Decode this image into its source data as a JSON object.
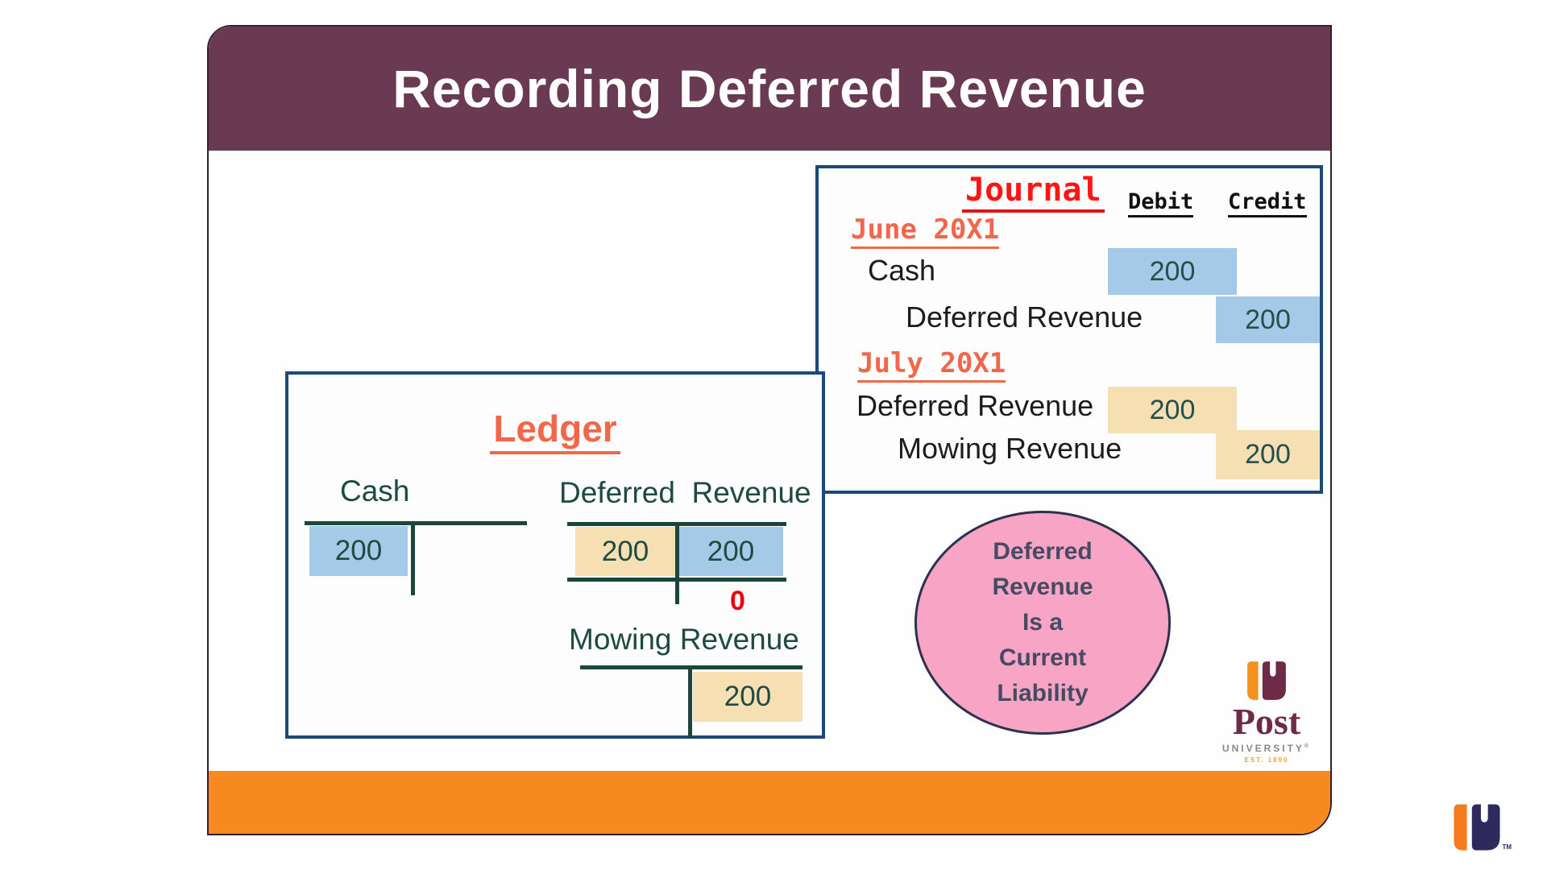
{
  "slide": {
    "title": "Recording Deferred Revenue"
  },
  "journal": {
    "title": "Journal",
    "debit_header": "Debit",
    "credit_header": "Credit",
    "june": {
      "date": "June 20X1",
      "debit_account": "Cash",
      "debit_amount": "200",
      "credit_account": "Deferred Revenue",
      "credit_amount": "200"
    },
    "july": {
      "date": "July 20X1",
      "debit_account": "Deferred Revenue",
      "debit_amount": "200",
      "credit_account": "Mowing Revenue",
      "credit_amount": "200"
    }
  },
  "ledger": {
    "title": "Ledger",
    "cash": {
      "name": "Cash",
      "debit": "200"
    },
    "deferred_revenue": {
      "name": "Deferred  Revenue",
      "debit": "200",
      "credit": "200",
      "balance": "0"
    },
    "mowing_revenue": {
      "name": "Mowing Revenue",
      "credit": "200"
    }
  },
  "callout": {
    "line1": "Deferred",
    "line2": "Revenue",
    "line3": "Is a",
    "line4": "Current",
    "line5": "Liability"
  },
  "branding": {
    "wordmark": "Post",
    "university": "UNIVERSITY",
    "registered": "®",
    "est": "EST. 1890",
    "trademark": "TM"
  },
  "colors": {
    "header_maroon": "#6a3a52",
    "footer_orange": "#f6891f",
    "box_border_navy": "#1e4976",
    "highlight_blue": "#a5cae7",
    "highlight_tan": "#f6dfb2",
    "journal_title_red": "#ff1414",
    "date_coral": "#f2664a",
    "ledger_green": "#1d4a42",
    "t_line_green": "#1c463c",
    "balance_red": "#e30613",
    "callout_pink": "#f8a4c4",
    "callout_text": "#454b63",
    "logo_maroon": "#6d2b47",
    "logo_orange": "#f5911e",
    "corner_indigo": "#2e2a5e"
  }
}
